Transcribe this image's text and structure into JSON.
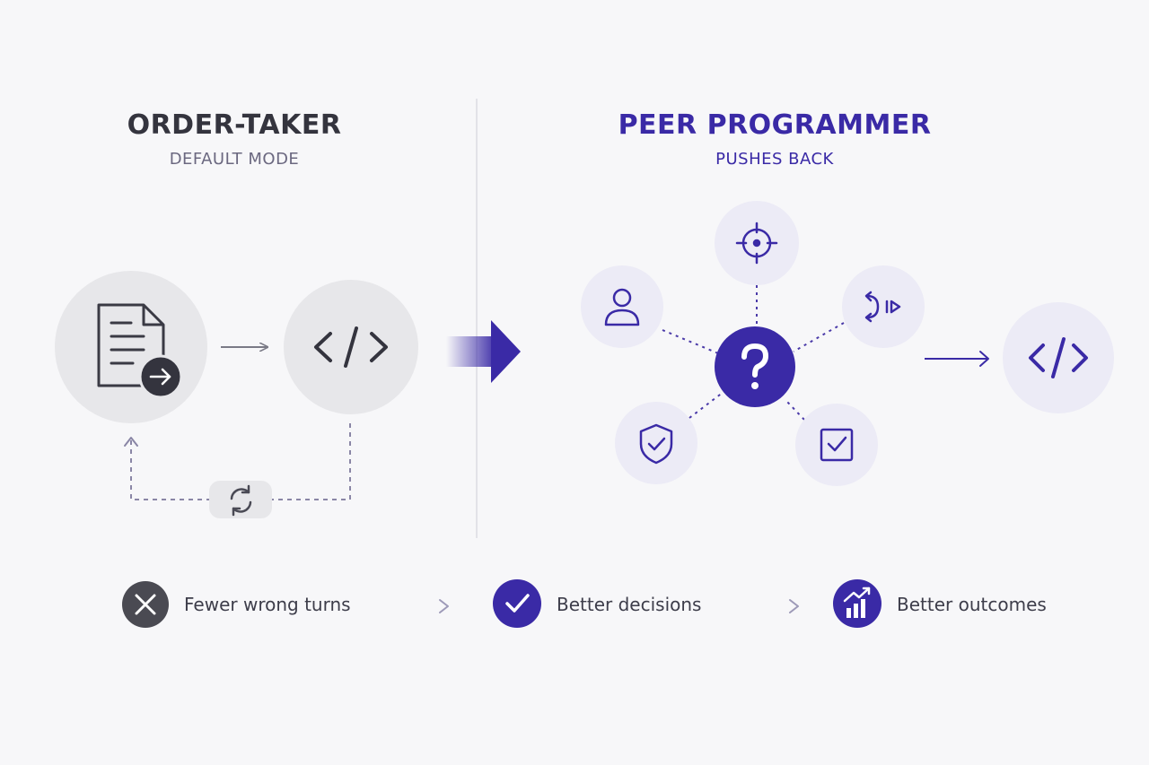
{
  "left_panel": {
    "title": "ORDER-TAKER",
    "subtitle": "DEFAULT MODE",
    "nodes": [
      {
        "name": "document-node",
        "icon": "document-arrow-icon"
      },
      {
        "name": "code-node",
        "icon": "code-icon"
      }
    ],
    "loop_icon": "refresh-icon"
  },
  "transition_icon": "gradient-arrow-icon",
  "right_panel": {
    "title": "PEER PROGRAMMER",
    "subtitle": "PUSHES BACK",
    "hub_icon": "question-mark-icon",
    "satellites": [
      {
        "name": "target",
        "icon": "target-icon"
      },
      {
        "name": "user",
        "icon": "user-icon"
      },
      {
        "name": "swap",
        "icon": "swap-arrows-icon"
      },
      {
        "name": "shield",
        "icon": "shield-check-icon"
      },
      {
        "name": "checkbox",
        "icon": "checkbox-icon"
      }
    ],
    "result_icon": "code-icon"
  },
  "outcomes": [
    {
      "label": "Fewer wrong turns",
      "icon": "x-icon"
    },
    {
      "label": "Better decisions",
      "icon": "check-icon"
    },
    {
      "label": "Better outcomes",
      "icon": "chart-up-icon"
    }
  ],
  "colors": {
    "background": "#f7f7f9",
    "accent": "#3a2aa6",
    "neutral_dark": "#3a3a44",
    "neutral_circle": "#e7e7ea",
    "lavender_circle": "#ecebf6"
  }
}
